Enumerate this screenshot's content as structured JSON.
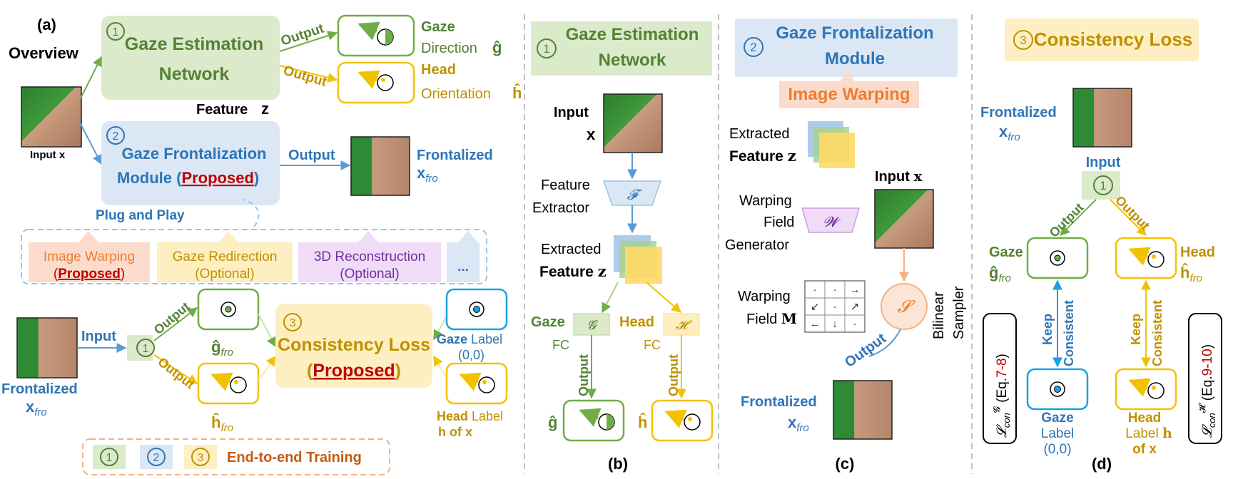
{
  "colors": {
    "green_fill": "#dbeacb",
    "green_stroke": "#70ad47",
    "green_text": "#548235",
    "blue_fill": "#dbe7f5",
    "blue_stroke": "#5b9bd5",
    "blue_text": "#2e75b6",
    "yellow_fill": "#fdefc1",
    "yellow_stroke": "#f2c200",
    "yellow_text": "#bf9000",
    "orange_fill": "#fbdccc",
    "orange_text": "#ed7d31",
    "purple_fill": "#f0dcf7",
    "purple_text": "#7030a0",
    "red_text": "#c00000",
    "cyan_stroke": "#1ba1e2",
    "gray_dash": "#bfbfbf"
  },
  "panel_a": {
    "label": "(a)",
    "overview": "Overview",
    "input_caption": "Input x",
    "gen": {
      "num": "1",
      "title1": "Gaze Estimation",
      "title2": "Network"
    },
    "output1": "Output",
    "output2": "Output",
    "gaze_dir1": "Gaze",
    "gaze_dir2": "Direction",
    "gaze_sym": "ĝ",
    "head_or1": "Head",
    "head_or2": "Orientation",
    "head_sym": "ĥ",
    "feature": "Feature",
    "feature_sym": "z",
    "gfm": {
      "num": "2",
      "line1": "Gaze Frontalization",
      "line2a": "Module (",
      "proposed": "Proposed",
      "line2b": ")"
    },
    "output3": "Output",
    "frontalized": "Frontalized",
    "x_sym": "x",
    "fro_sub": "fro",
    "plug": "Plug and Play",
    "opt1": {
      "l1": "Image Warping",
      "l2a": "(",
      "l2b": "Proposed",
      "l2c": ")"
    },
    "opt2": {
      "l1": "Gaze Redirection",
      "l2": "(Optional)"
    },
    "opt3": {
      "l1": "3D Reconstruction",
      "l2": "(Optional)"
    },
    "opt4": "...",
    "input_arrow": "Input",
    "circle1": "1",
    "out_up": "Output",
    "out_dn": "Output",
    "g_hat": "ĝ",
    "h_hat": "ĥ",
    "cl": {
      "num": "3",
      "line1": "Consistency Loss",
      "l2a": "(",
      "l2b": "Proposed",
      "l2c": ")"
    },
    "gaze_label1": "Gaze",
    "gaze_label2": "Label",
    "gaze_label3": "(0,0)",
    "head_label1": "Head",
    "head_label2": "Label",
    "head_label3": "h of x",
    "legend": {
      "n1": "1",
      "n2": "2",
      "n3": "3",
      "text": "End-to-end Training"
    }
  },
  "panel_b": {
    "label": "(b)",
    "title_num": "1",
    "title1": "Gaze Estimation",
    "title2": "Network",
    "input": "Input",
    "x_sym": "x",
    "fe1": "Feature",
    "fe2": "Extractor",
    "fe_sym": "𝓕",
    "ext1": "Extracted",
    "ext2": "Feature",
    "ext_sym": "z",
    "gaze": "Gaze",
    "gaze_fc": "FC",
    "g_sym": "𝓖",
    "head": "Head",
    "head_fc": "FC",
    "h_sym": "𝓗",
    "out1": "Output",
    "out2": "Output",
    "g_hat": "ĝ",
    "h_hat": "ĥ"
  },
  "panel_c": {
    "label": "(c)",
    "title_num": "2",
    "title1": "Gaze Frontalization",
    "title2": "Module",
    "warp": "Image Warping",
    "ext1": "Extracted",
    "ext2": "Feature",
    "ext_sym": "z",
    "input": "Input",
    "x_sym": "x",
    "wf1": "Warping",
    "wf2": "Field",
    "wf3": "Generator",
    "w_sym": "𝓦",
    "field1": "Warping",
    "field2": "Field",
    "field_sym": "M",
    "grid_arrows": [
      "·",
      "·",
      "→",
      "↙",
      "·",
      "↗",
      "←",
      "↓",
      "·"
    ],
    "s_sym": "𝓢",
    "bilinear1": "Bilinear",
    "bilinear2": "Sampler",
    "output": "Output",
    "frontalized": "Frontalized",
    "fro_sub": "fro"
  },
  "panel_d": {
    "label": "(d)",
    "title_num": "3",
    "title": "Consistency Loss",
    "frontalized": "Frontalized",
    "x_sym": "x",
    "fro_sub": "fro",
    "input": "Input",
    "circle1": "1",
    "out_l": "Output",
    "out_r": "Output",
    "gaze": "Gaze",
    "g_sym": "ĝ",
    "head": "Head",
    "h_sym": "ĥ",
    "keep1": "Keep",
    "consist1": "Consistent",
    "keep2": "Keep",
    "consist2": "Consistent",
    "gaze_label1": "Gaze",
    "gaze_label2": "Label",
    "gaze_label3": "(0,0)",
    "head_label1": "Head",
    "head_label2": "Label",
    "head_label3": "of x",
    "head_sym": "h",
    "loss_g": {
      "sym": "𝓛",
      "sub": "con",
      "sup": "𝓖",
      "eq_a": "(Eq.",
      "eq_b": "7-8",
      "eq_c": ")"
    },
    "loss_h": {
      "sym": "𝓛",
      "sub": "con",
      "sup": "𝓗",
      "eq_a": "(Eq.",
      "eq_b": "9-10",
      "eq_c": ")"
    }
  }
}
